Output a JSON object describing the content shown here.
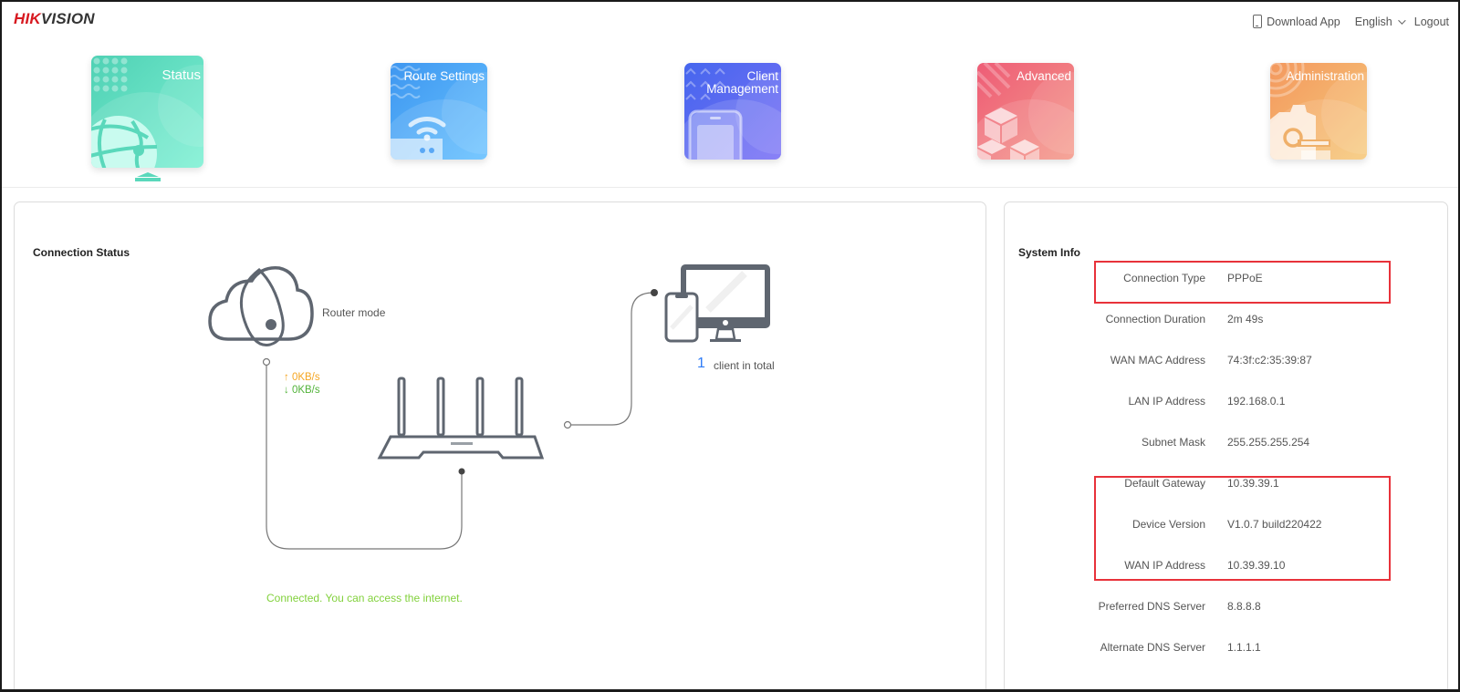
{
  "brand": {
    "logo_part1": "HIK",
    "logo_part2": "VISION",
    "accent": "#d71920"
  },
  "topbar": {
    "download_app": "Download App",
    "language": "English",
    "logout": "Logout"
  },
  "nav": {
    "active": "status",
    "tiles": [
      {
        "id": "status",
        "label": "Status",
        "icon": "globe-icon"
      },
      {
        "id": "route",
        "label": "Route Settings",
        "icon": "wifi-router-icon"
      },
      {
        "id": "client",
        "label": "Client\nManagement",
        "icon": "phone-icon"
      },
      {
        "id": "advanced",
        "label": "Advanced",
        "icon": "cubes-icon"
      },
      {
        "id": "admin",
        "label": "Administration",
        "icon": "gear-icon"
      }
    ]
  },
  "connection_status": {
    "title": "Connection Status",
    "mode": "Router mode",
    "upload": "↑ 0KB/s",
    "download": "↓ 0KB/s",
    "client_count": "1",
    "client_label": "client in total",
    "message": "Connected. You can access the internet.",
    "colors": {
      "upload": "#f5a623",
      "download": "#52b33a",
      "message": "#82d13c",
      "count": "#2f7cf6"
    }
  },
  "system_info": {
    "title": "System Info",
    "rows": [
      {
        "label": "Connection Type",
        "value": "PPPoE"
      },
      {
        "label": "Connection Duration",
        "value": "2m 49s"
      },
      {
        "label": "WAN MAC Address",
        "value": "74:3f:c2:35:39:87"
      },
      {
        "label": "LAN IP Address",
        "value": "192.168.0.1"
      },
      {
        "label": "Subnet Mask",
        "value": "255.255.255.254"
      },
      {
        "label": "Default Gateway",
        "value": "10.39.39.1"
      },
      {
        "label": "Device Version",
        "value": "V1.0.7 build220422"
      },
      {
        "label": "WAN IP Address",
        "value": "10.39.39.10"
      },
      {
        "label": "Preferred DNS Server",
        "value": "8.8.8.8"
      },
      {
        "label": "Alternate DNS Server",
        "value": "1.1.1.1"
      }
    ],
    "highlight_color": "#e8323a"
  }
}
